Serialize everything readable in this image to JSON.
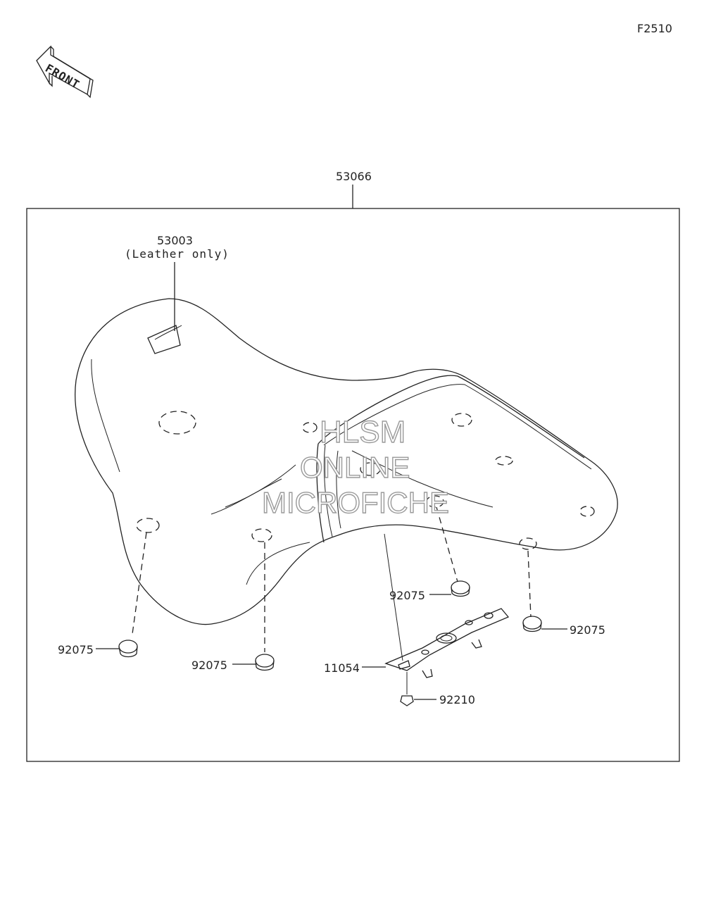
{
  "figure_code": "F2510",
  "front_arrow_label": "FRONT",
  "assembly": {
    "part_number": "53066"
  },
  "callouts": {
    "label_sticker": {
      "part_number": "53003",
      "note": "(Leather only)"
    },
    "damper_front_left": {
      "part_number": "92075"
    },
    "damper_front_mid": {
      "part_number": "92075"
    },
    "damper_rear_mid": {
      "part_number": "92075"
    },
    "damper_rear_right": {
      "part_number": "92075"
    },
    "bracket": {
      "part_number": "11054"
    },
    "nut": {
      "part_number": "92210"
    }
  },
  "watermark": {
    "line1": "HLSM",
    "line2": "ONLINE",
    "line3": "MICROFICHE"
  }
}
